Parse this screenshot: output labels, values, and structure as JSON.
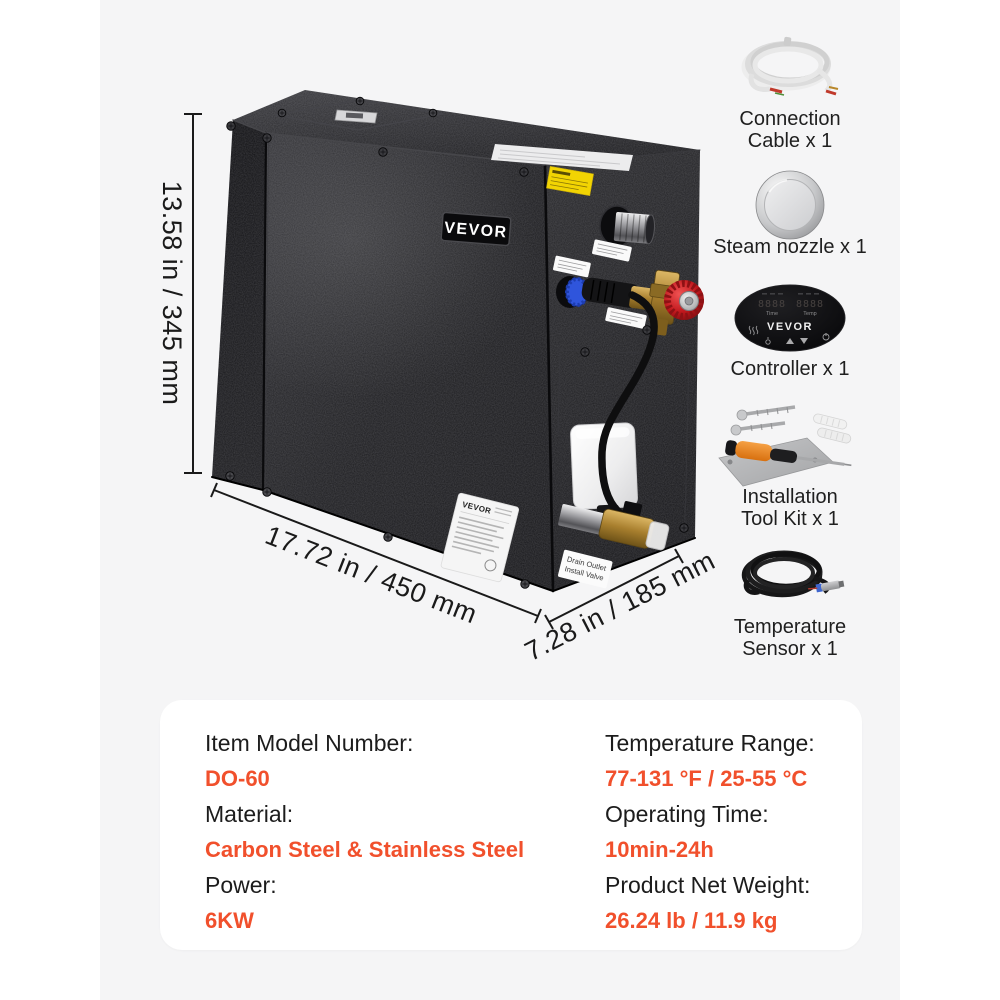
{
  "canvas": {
    "bg": "#ffffff",
    "band_bg": "#f5f5f6"
  },
  "machine": {
    "logo_text": "VEVOR",
    "sticker_brand": "VEVOR",
    "drain_label_line1": "Drain Outlet",
    "drain_label_line2": "Install Valve"
  },
  "dimensions": {
    "height": "13.58 in / 345 mm",
    "width": "17.72 in / 450 mm",
    "depth": "7.28 in / 185 mm"
  },
  "controller_display": {
    "digits_left": "8888",
    "digits_right": "8888",
    "time_label": "Time",
    "temp_label": "Temp",
    "brand": "VEVOR"
  },
  "accessories": [
    {
      "line1": "Connection",
      "line2": "Cable x 1"
    },
    {
      "line1": "Steam nozzle x 1",
      "line2": ""
    },
    {
      "line1": "Controller x 1",
      "line2": ""
    },
    {
      "line1": "Installation",
      "line2": "Tool Kit x 1"
    },
    {
      "line1": "Temperature",
      "line2": "Sensor x 1"
    }
  ],
  "specs": {
    "left": [
      {
        "label": "Item Model Number:",
        "value": "DO-60"
      },
      {
        "label": "Material:",
        "value": "Carbon Steel & Stainless Steel"
      },
      {
        "label": "Power:",
        "value": "6KW"
      }
    ],
    "right": [
      {
        "label": "Temperature Range:",
        "value": "77-131 °F / 25-55 °C"
      },
      {
        "label": "Operating Time:",
        "value": "10min-24h"
      },
      {
        "label": "Product Net Weight:",
        "value": "26.24 lb / 11.9 kg"
      }
    ]
  },
  "colors": {
    "accent": "#F1502C",
    "text_dark": "#1c1c1c",
    "dim_line": "#1a1a1a"
  }
}
